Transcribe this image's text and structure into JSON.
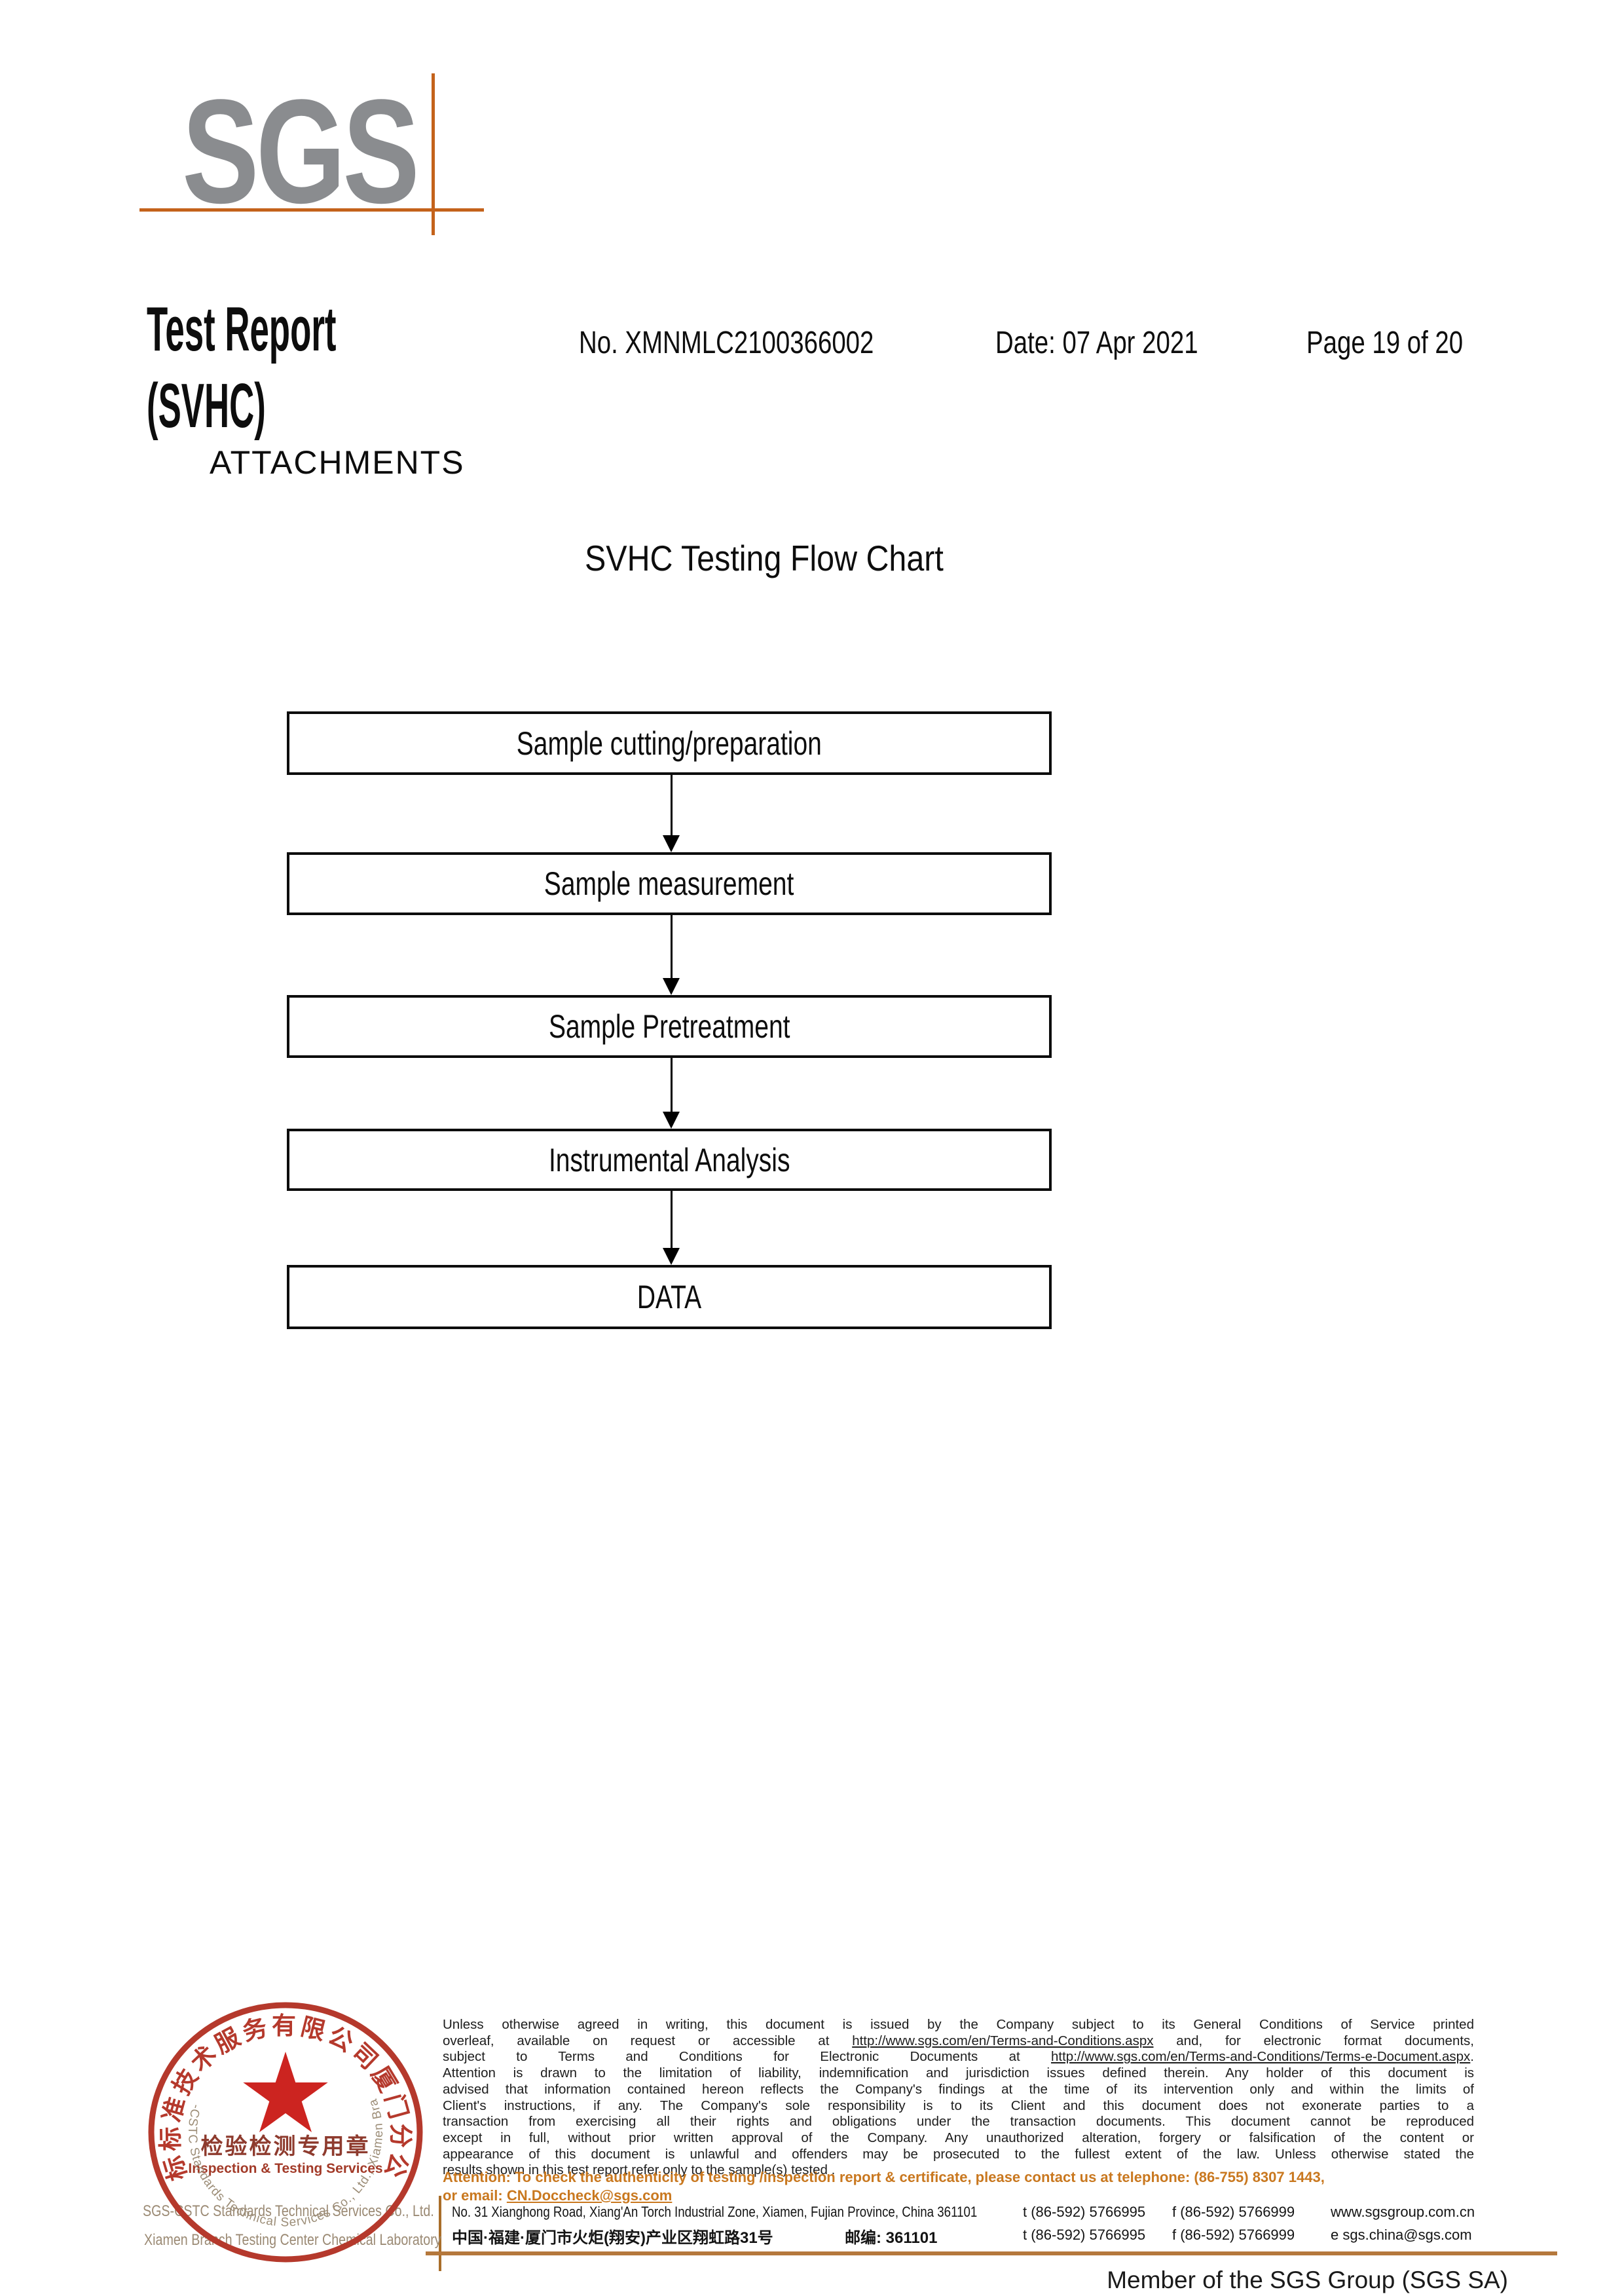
{
  "header": {
    "logo_text": "SGS",
    "title": "Test Report",
    "subtitle": "(SVHC)",
    "report_no": "No. XMNMLC2100366002",
    "date": "Date: 07 Apr 2021",
    "page": "Page 19 of 20"
  },
  "attachments_heading": "ATTACHMENTS",
  "flow_chart": {
    "title": "SVHC Testing Flow Chart",
    "steps": [
      "Sample cutting/preparation",
      "Sample measurement",
      "Sample Pretreatment",
      "Instrumental Analysis",
      "DATA"
    ]
  },
  "footer": {
    "disclaimer_lines": [
      [
        {
          "t": "Unless otherwise agreed in writing, this document is issued by the Company subject to its General Conditions of Service printed"
        }
      ],
      [
        {
          "t": "overleaf, available on request or accessible at "
        },
        {
          "t": "http://www.sgs.com/en/Terms-and-Conditions.aspx",
          "u": true
        },
        {
          "t": " and, for electronic format documents,"
        }
      ],
      [
        {
          "t": "subject to Terms and Conditions for Electronic Documents at "
        },
        {
          "t": "http://www.sgs.com/en/Terms-and-Conditions/Terms-e-Document.aspx",
          "u": true
        },
        {
          "t": "."
        }
      ],
      [
        {
          "t": "Attention is drawn to the limitation of liability, indemnification and jurisdiction issues defined therein. Any holder of this document is"
        }
      ],
      [
        {
          "t": "advised that information contained hereon reflects the Company's findings at the time of its intervention only and within the limits of"
        }
      ],
      [
        {
          "t": "Client's instructions, if any. The Company's sole responsibility is to its Client and this document does not exonerate parties to a"
        }
      ],
      [
        {
          "t": "transaction from exercising all their rights and obligations under the transaction documents. This document cannot be reproduced"
        }
      ],
      [
        {
          "t": "except in full, without prior written approval of the Company. Any unauthorized alteration, forgery or falsification of the content or"
        }
      ],
      [
        {
          "t": "appearance of this document is unlawful and offenders may be prosecuted to the fullest extent of the law. Unless otherwise stated the"
        }
      ],
      [
        {
          "t": "results shown in this test report refer only to the sample(s) tested ."
        }
      ]
    ],
    "attention_line1": "Attention: To check the authenticity of testing /inspection report & certificate, please contact us at telephone: (86-755) 8307 1443,",
    "attention_line2": [
      {
        "t": "or email: "
      },
      {
        "t": "CN.Doccheck@sgs.com",
        "u": true
      }
    ],
    "address": {
      "line1_en": "No. 31 Xianghong Road, Xiang'An Torch Industrial Zone, Xiamen, Fujian Province, China  361101",
      "line1_tel": "t (86-592) 5766995",
      "line1_fax": "f (86-592) 5766999",
      "line1_web": "www.sgsgroup.com.cn",
      "line2_cn": "中国·福建·厦门市火炬(翔安)产业区翔虹路31号",
      "line2_post": "邮编: 361101",
      "line2_tel": "t (86-592) 5766995",
      "line2_fax": "f (86-592) 5766999",
      "line2_email": "e  sgs.china@sgs.com"
    },
    "stamp": {
      "arc_top": "通标标准技术服务有限公司厦门分公司",
      "center_cn": "检验检测专用章",
      "center_en": "Inspection & Testing Services",
      "arc_bottom": "SGS-CSTC Standards Technical Services Co., Ltd., Xiamen Branch"
    },
    "company_line1": "SGS-CSTC Standards Technical Services Co., Ltd.",
    "company_line2": "Xiamen Branch Testing Center Chemical Laboratory",
    "member": "Member of the SGS Group (SGS SA)"
  },
  "colors": {
    "brand_orange": "#c4621b",
    "logo_gray": "#8a8c8f",
    "stamp_ring_red": "#b5392c",
    "stamp_star_red": "#cc2420",
    "stamp_center_maroon": "#8e3b2e",
    "attention_orange": "#c9781f",
    "footer_rule_orange": "#b5783c",
    "gray_tan_text": "#9b8a74",
    "body_text": "#1d1d1d"
  }
}
